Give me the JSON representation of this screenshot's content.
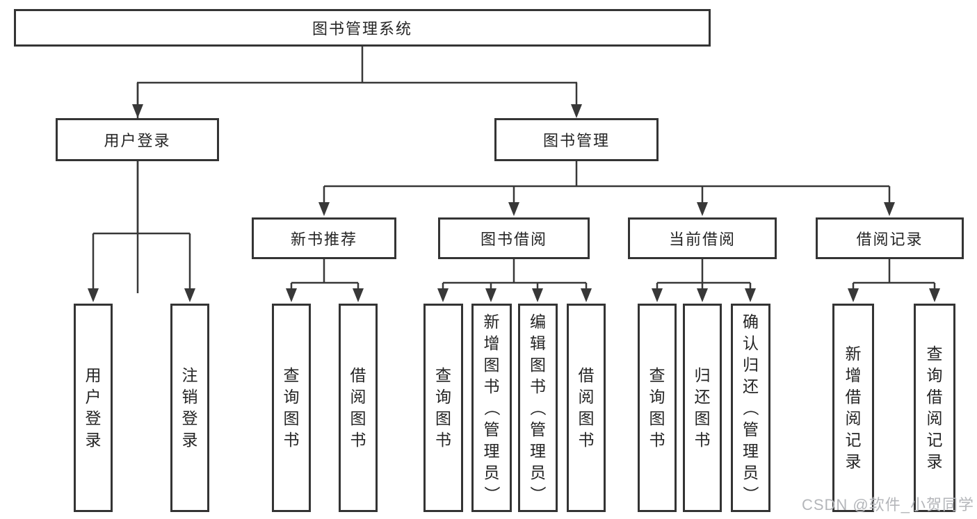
{
  "title": "图书管理系统",
  "tree": {
    "root": {
      "label": "图书管理系统",
      "children": [
        {
          "label": "用户登录",
          "children": [
            {
              "label": "用户登录"
            },
            {
              "label": "注销登录"
            }
          ]
        },
        {
          "label": "图书管理",
          "children": [
            {
              "label": "新书推荐",
              "children": [
                {
                  "label": "查询图书"
                },
                {
                  "label": "借阅图书"
                }
              ]
            },
            {
              "label": "图书借阅",
              "children": [
                {
                  "label": "查询图书"
                },
                {
                  "label": "新增图书（管理员）"
                },
                {
                  "label": "编辑图书（管理员）"
                },
                {
                  "label": "借阅图书"
                }
              ]
            },
            {
              "label": "当前借阅",
              "children": [
                {
                  "label": "查询图书"
                },
                {
                  "label": "归还图书"
                },
                {
                  "label": "确认归还（管理员）"
                }
              ]
            },
            {
              "label": "借阅记录",
              "children": [
                {
                  "label": "新增借阅记录"
                },
                {
                  "label": "查询借阅记录"
                }
              ]
            }
          ]
        }
      ]
    }
  },
  "watermark": {
    "text": "CSDN @软件_小贺同学"
  },
  "colors": {
    "line": "#383838",
    "border": "#343434",
    "text": "#242424",
    "watermark": "#b4b6ba",
    "background": "#ffffff"
  }
}
